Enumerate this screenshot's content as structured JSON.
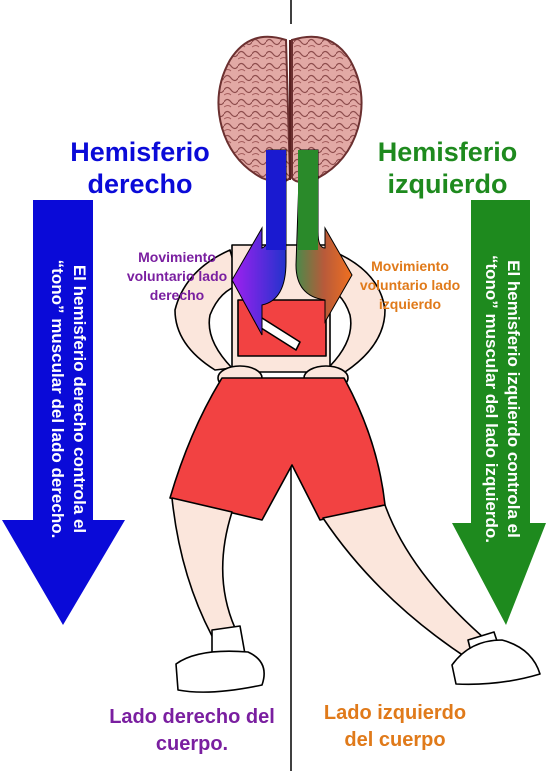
{
  "top_label": "",
  "labels": {
    "right_hemisphere": "Hemisferio derecho",
    "left_hemisphere": "Hemisferio izquierdo",
    "right_voluntary": "Movimiento voluntario lado derecho",
    "left_voluntary": "Movimiento voluntario lado izquierdo",
    "right_body": "Lado derecho del cuerpo.",
    "left_body": "Lado izquierdo del cuerpo"
  },
  "arrows": {
    "right_tone": "El hemisferio derecho controla el “tono” muscular del lado derecho.",
    "left_tone": "El hemisferio izquierdo controla el “tono” muscular del lado izquierdo."
  },
  "colors": {
    "blue": "#0a0ad8",
    "green": "#1e8a1e",
    "purple": "#7a1fa0",
    "orange": "#e07a1a",
    "red": "#f24242",
    "skin": "#fbe6dc",
    "brain": "#d99a9a"
  }
}
